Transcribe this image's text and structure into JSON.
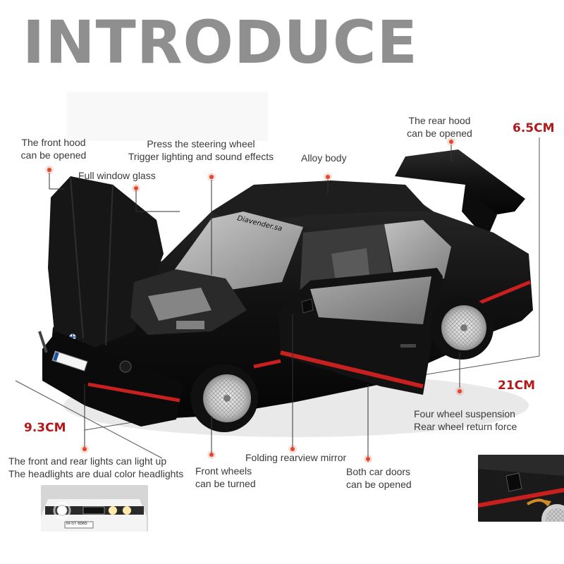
{
  "headline": "INTRODUCE",
  "features": {
    "front_hood": [
      "The front hood",
      "can be opened"
    ],
    "steering_wheel": [
      "Press the steering wheel",
      "Trigger lighting and sound effects"
    ],
    "alloy_body": "Alloy body",
    "window_glass": "Full window glass",
    "rear_hood": [
      "The rear hood",
      "can be opened"
    ],
    "suspension": [
      "Four wheel suspension",
      "Rear wheel return force"
    ],
    "lights": [
      "The front and rear lights can light up",
      "The headlights are dual color headlights"
    ],
    "front_wheels": [
      "Front wheels",
      "can be turned"
    ],
    "mirror": "Folding rearview mirror",
    "doors": [
      "Both car doors",
      "can be opened"
    ]
  },
  "dimensions": {
    "height": "6.5CM",
    "length": "21CM",
    "width": "9.3CM"
  },
  "car": {
    "windshield_text": "Diavender.sa",
    "plate_text": "M-ST 6565",
    "body_color": "#141414",
    "stripe_color": "#c8201f"
  },
  "colors": {
    "accent_dot": "#e0482a",
    "dimension_text": "#b01a1a",
    "headline": "#8f8f8f"
  }
}
